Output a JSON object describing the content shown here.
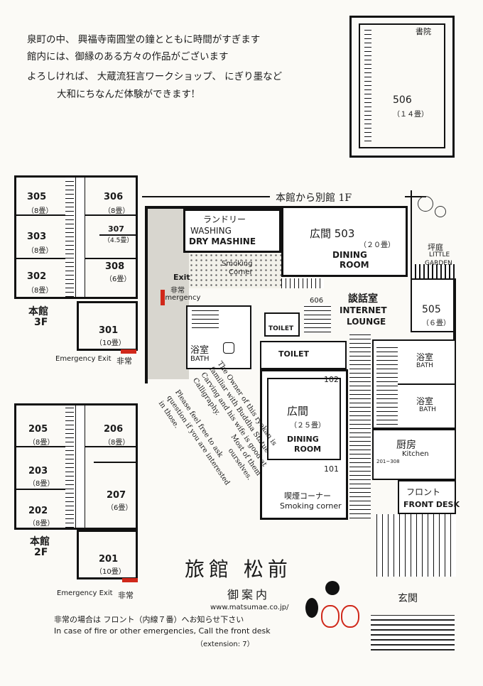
{
  "intro": {
    "line1": "泉町の中、 興福寺南圓堂の鐘とともに時間がすぎます",
    "line2": "館内には、御縁のある方々の作品がございます",
    "line3": "よろしければ、 大蔵流狂言ワークショップ、 にぎり墨など",
    "line4": "大和にちなんだ体験ができます!"
  },
  "annex": {
    "room506": "506",
    "room506_size": "（１４畳）",
    "shoin": "書院"
  },
  "floor3": {
    "title": "本館",
    "floor": "3F",
    "rooms": [
      {
        "num": "305",
        "size": "（8畳）"
      },
      {
        "num": "306",
        "size": "（8畳）"
      },
      {
        "num": "303",
        "size": "（8畳）"
      },
      {
        "num": "307",
        "size": "（4.5畳）"
      },
      {
        "num": "308",
        "size": "（6畳）"
      },
      {
        "num": "302",
        "size": "（8畳）"
      },
      {
        "num": "301",
        "size": "（10畳）"
      }
    ],
    "exit": "Emergency Exit",
    "exit_jp": "非常"
  },
  "floor2": {
    "title": "本館",
    "floor": "2F",
    "rooms": [
      {
        "num": "205",
        "size": "（8畳）"
      },
      {
        "num": "206",
        "size": "（8畳）"
      },
      {
        "num": "203",
        "size": "（8畳）"
      },
      {
        "num": "207",
        "size": "（6畳）"
      },
      {
        "num": "202",
        "size": "（8畳）"
      },
      {
        "num": "201",
        "size": "（10畳）"
      }
    ],
    "exit": "Emergency Exit",
    "exit_jp": "非常"
  },
  "floor1": {
    "header": "本館から別館  1F",
    "laundry": "ランドリー",
    "washing": "WASHING",
    "dry": "DRY MASHINE",
    "smoking": "Smoking",
    "corner": "Corner",
    "exit": "Exit",
    "exit_jp": "非常",
    "emergency": "Emergency",
    "hiroma503": "広間 503",
    "hiroma503_size": "（２０畳）",
    "dining": "DINING",
    "room": "ROOM",
    "garden_jp": "坪庭",
    "little": "LITTLE",
    "garden": "GARDEN",
    "room505": "505",
    "room505_size": "（６畳）",
    "lounge_jp": "談話室",
    "internet": "INTERNET",
    "lounge": "LOUNGE",
    "room606": "606",
    "toilet_small": "TOILET",
    "bath_jp": "浴室",
    "bath": "BATH",
    "toilet": "TOILET",
    "room102": "102",
    "hiroma_jp": "広間",
    "hiroma_size": "（２５畳）",
    "dining2": "DINING",
    "room2": "ROOM",
    "room101": "101",
    "smoking_jp": "喫煙コーナー",
    "smoking_corner": "Smoking corner",
    "bath_r1_jp": "浴室",
    "bath_r1": "BATH",
    "bath_r2_jp": "浴室",
    "bath_r2": "BATH",
    "kitchen_jp": "厨房",
    "kitchen": "Kitchen",
    "rooms_small": "201~308",
    "front_jp": "フロント",
    "front": "FRONT DESK",
    "entrance_jp": "玄関"
  },
  "story": {
    "line1": "The Owner of this ryokan is",
    "line2": "familiar with Buddha Statue",
    "line3": "Carving and his wife is good at",
    "line4": "Calligraphy.",
    "line5": "Most of them",
    "line6": "ourselves.",
    "line7": "Please feel free to ask",
    "line8": "question if you are interested",
    "line9": "in those."
  },
  "brand": {
    "name": "旅館 松前",
    "guide": "御案内",
    "url": "www.matsumae.co.jp/"
  },
  "emergency": {
    "jp": "非常の場合は フロント（内線７番）へお知らせ下さい",
    "en": "In case of fire or other emergencies, Call the front desk",
    "ext": "（extension: 7）"
  },
  "colors": {
    "ink": "#111111",
    "accent": "#d0281a",
    "paper": "#fbfaf6"
  }
}
